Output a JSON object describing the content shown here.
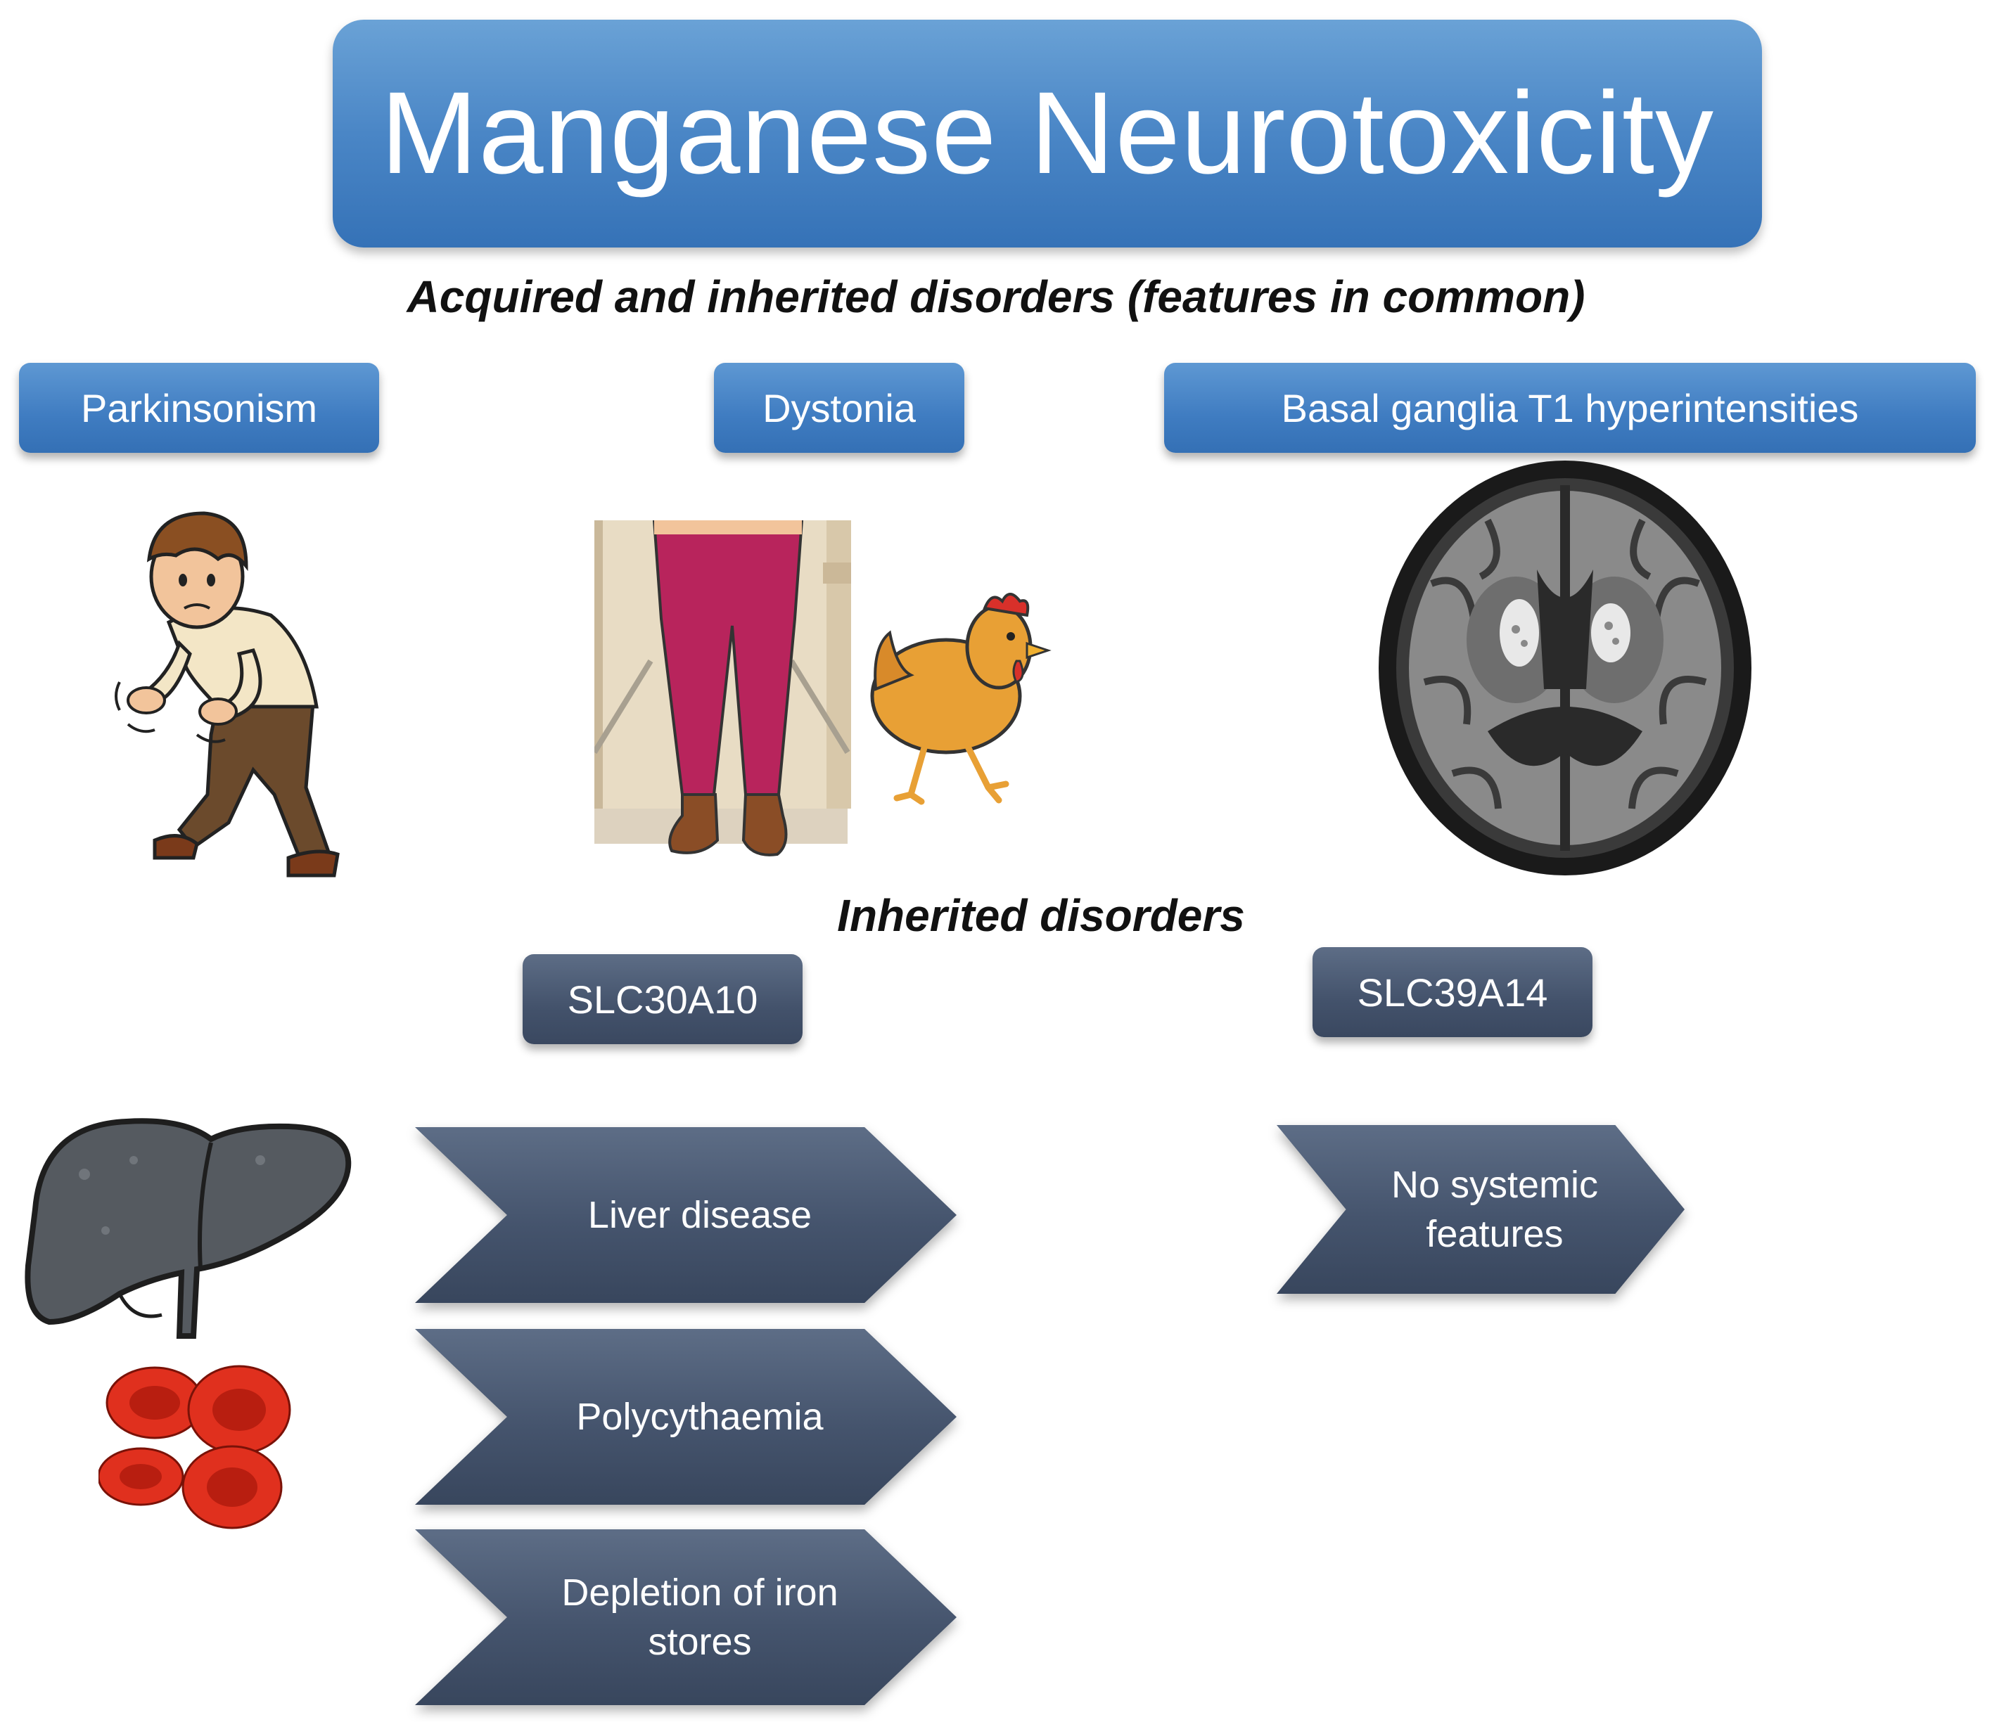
{
  "title": "Manganese Neurotoxicity",
  "subtitle_common": "Acquired and inherited disorders (features in common)",
  "features": [
    {
      "label": "Parkinsonism",
      "icon": "parkinsonian-man-icon"
    },
    {
      "label": "Dystonia",
      "icon": "dystonic-legs-and-chicken-icon"
    },
    {
      "label": "Basal ganglia T1 hyperintensities",
      "icon": "brain-mri-icon"
    }
  ],
  "subtitle_inherited": "Inherited disorders",
  "genes": {
    "slc30a10": {
      "label": "SLC30A10",
      "features": [
        "Liver disease",
        "Polycythaemia",
        [
          "Depletion of iron",
          "stores"
        ]
      ]
    },
    "slc39a14": {
      "label": "SLC39A14",
      "features": [
        [
          "No systemic",
          "features"
        ]
      ]
    }
  },
  "colors": {
    "title_blue": "#4a86c6",
    "feature_blue": "#3f7cc1",
    "gene_slate": "#43526b",
    "liver": "#555a60",
    "blood_cell": "#e0301e",
    "trousers": "#b8245c",
    "chicken": "#e8a035"
  }
}
